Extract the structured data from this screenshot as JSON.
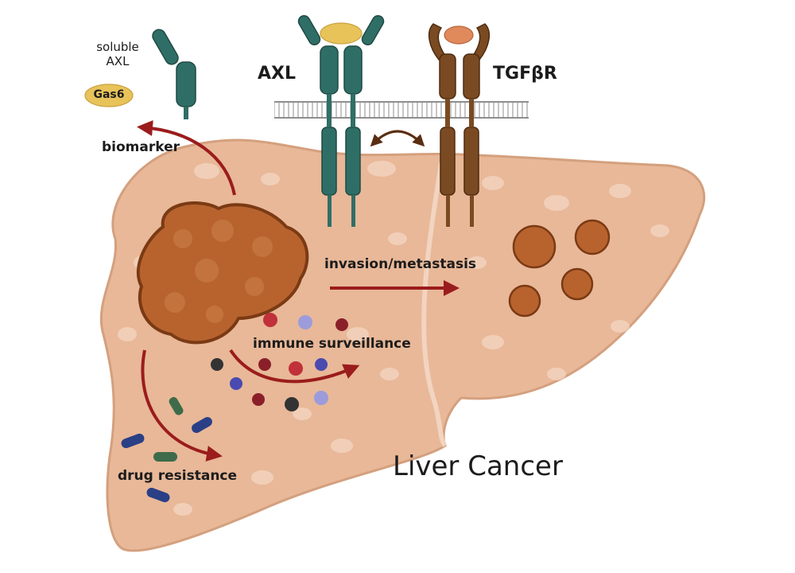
{
  "labels": {
    "soluble_line1": "soluble",
    "soluble_line2": "AXL",
    "gas6": "Gas6",
    "axl": "AXL",
    "tgfbr": "TGFβR",
    "biomarker": "biomarker",
    "invasion": "invasion/metastasis",
    "immune": "immune surveillance",
    "drug": "drug resistance",
    "title": "Liver Cancer"
  },
  "colors": {
    "liver": "#e8b898",
    "liver_outline": "#d4a07e",
    "tumor": "#b8632e",
    "tumor_outline": "#7a3a14",
    "axl_receptor": "#2f6e66",
    "tgfbr_receptor": "#7a4a22",
    "gas6": "#e8c35a",
    "ligand_tgf": "#e08a5c",
    "arrow": "#9b1c1c",
    "membrane": "#9a9a9a"
  },
  "icons": {
    "axl": "axl-receptor-icon",
    "tgfbr": "tgfbr-receptor-icon",
    "soluble_axl": "soluble-axl-icon",
    "gas6": "gas6-ligand-icon",
    "tumor": "tumor-mass-icon",
    "metastases": "metastatic-nodule-icon",
    "immune_cells": "immune-cell-icon",
    "drugs": "drug-capsule-icon"
  }
}
